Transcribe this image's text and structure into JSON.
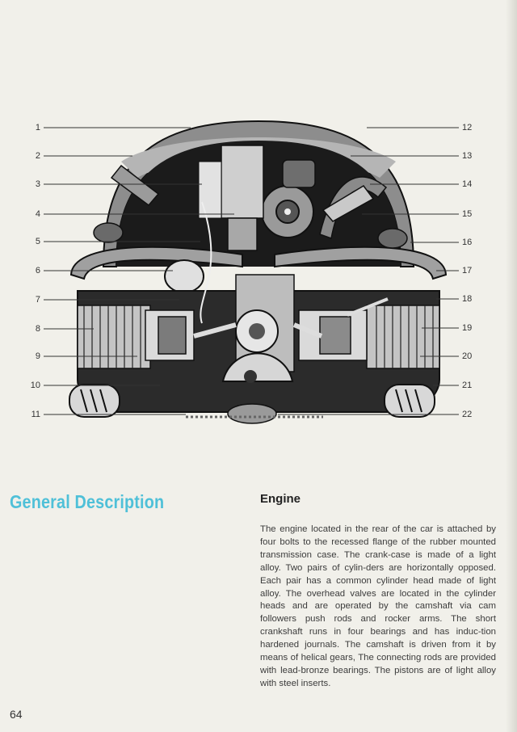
{
  "figure": {
    "callouts_left": [
      "1",
      "2",
      "3",
      "4",
      "5",
      "6",
      "7",
      "8",
      "9",
      "10",
      "11"
    ],
    "callouts_right": [
      "12",
      "13",
      "14",
      "15",
      "16",
      "17",
      "18",
      "19",
      "20",
      "21",
      "22"
    ]
  },
  "section_title": "General Description",
  "article": {
    "heading": "Engine",
    "body": "The engine located in the rear of the car is attached by four bolts to the recessed flange of the rubber mounted transmission case. The crank-case is made of a light alloy. Two pairs of cylin-ders are horizontally opposed. Each pair has a common cylinder head made of light alloy. The overhead valves are located in the cylinder heads and are operated by the camshaft via cam followers push rods and rocker arms. The short crankshaft runs in four bearings and has induc-tion hardened journals. The camshaft is driven from it by means of helical gears, The connecting rods are provided with lead-bronze bearings. The pistons are of light alloy with steel inserts."
  },
  "page_number": "64"
}
